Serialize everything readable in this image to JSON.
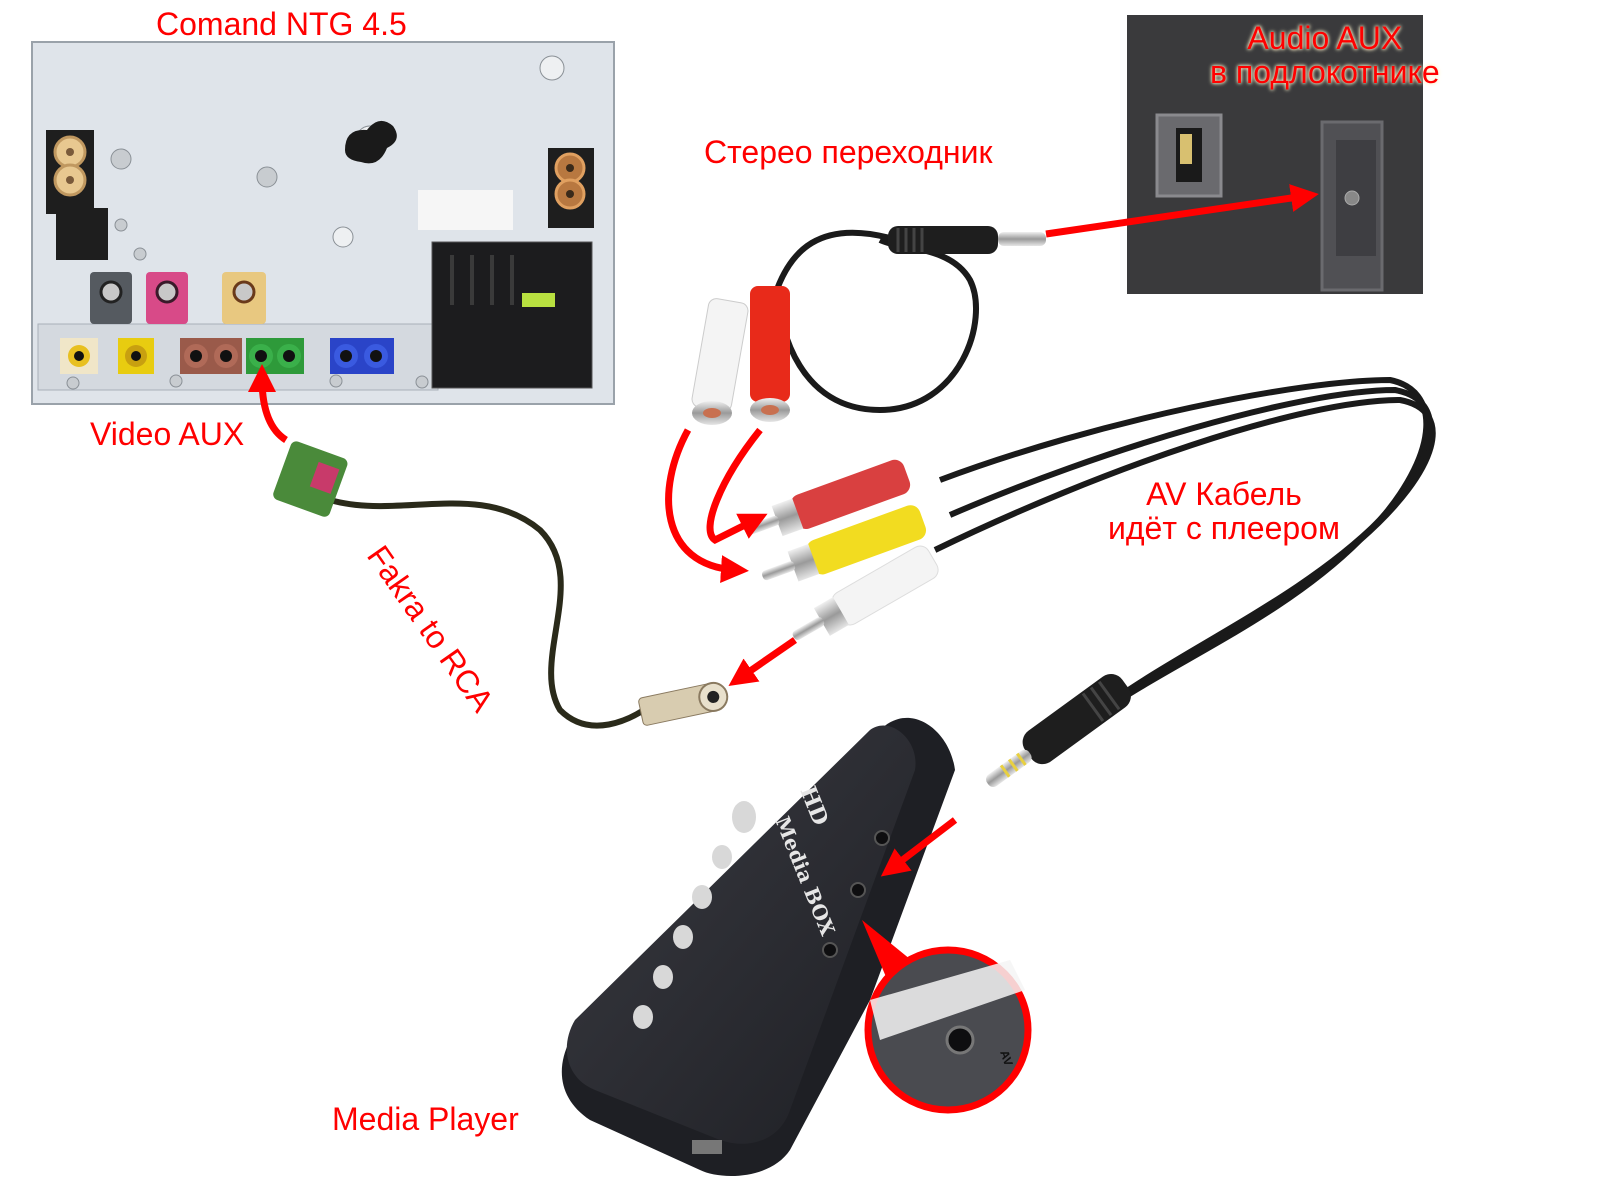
{
  "diagram": {
    "title": "Comand NTG 4.5 media player AUX connection",
    "labels": {
      "head_unit": "Comand NTG 4.5",
      "stereo_adapter": "Стерео переходник",
      "audio_aux_line1": "Audio AUX",
      "audio_aux_line2": "в подлокотнике",
      "video_aux": "Video AUX",
      "fakra_to_rca": "Fakra to RCA",
      "av_cable_line1": "AV Кабель",
      "av_cable_line2": "идёт с плеером",
      "media_player": "Media Player"
    },
    "device_markings": {
      "player_brand_line1": "HD",
      "player_brand_line2": "Media BOX",
      "av_port_marking": "AV"
    },
    "head_unit_ports": [
      {
        "name": "fakra-port-cream",
        "color": "#f0e6c8"
      },
      {
        "name": "fakra-port-yellow",
        "color": "#e8cc10"
      },
      {
        "name": "fakra-port-brown-double",
        "color": "#9a5a4a"
      },
      {
        "name": "fakra-port-green-double",
        "color": "#2e9a3a",
        "highlight": true
      },
      {
        "name": "fakra-port-blue-double",
        "color": "#2a44c8"
      },
      {
        "name": "fakra-port-grey",
        "color": "#555a60"
      },
      {
        "name": "fakra-port-pink",
        "color": "#d84a88"
      },
      {
        "name": "fakra-port-tan",
        "color": "#e8c880"
      }
    ],
    "rca_plugs": [
      {
        "name": "rca-plug-red",
        "color": "#d94040"
      },
      {
        "name": "rca-plug-yellow",
        "color": "#f2dc20"
      },
      {
        "name": "rca-plug-white",
        "color": "#f4f4f4"
      }
    ],
    "adapter_sockets": [
      {
        "name": "rca-socket-white",
        "color": "#f4f4f4"
      },
      {
        "name": "rca-socket-red",
        "color": "#e82a1a"
      }
    ],
    "colors": {
      "annotation": "#ff0000",
      "head_unit_body": "#dfe4ea",
      "armrest_panel": "#3a3a3c",
      "player_body": "#2a2b30",
      "cable": "#1a1a1a",
      "fakra_green": "#4a8a3a"
    }
  }
}
